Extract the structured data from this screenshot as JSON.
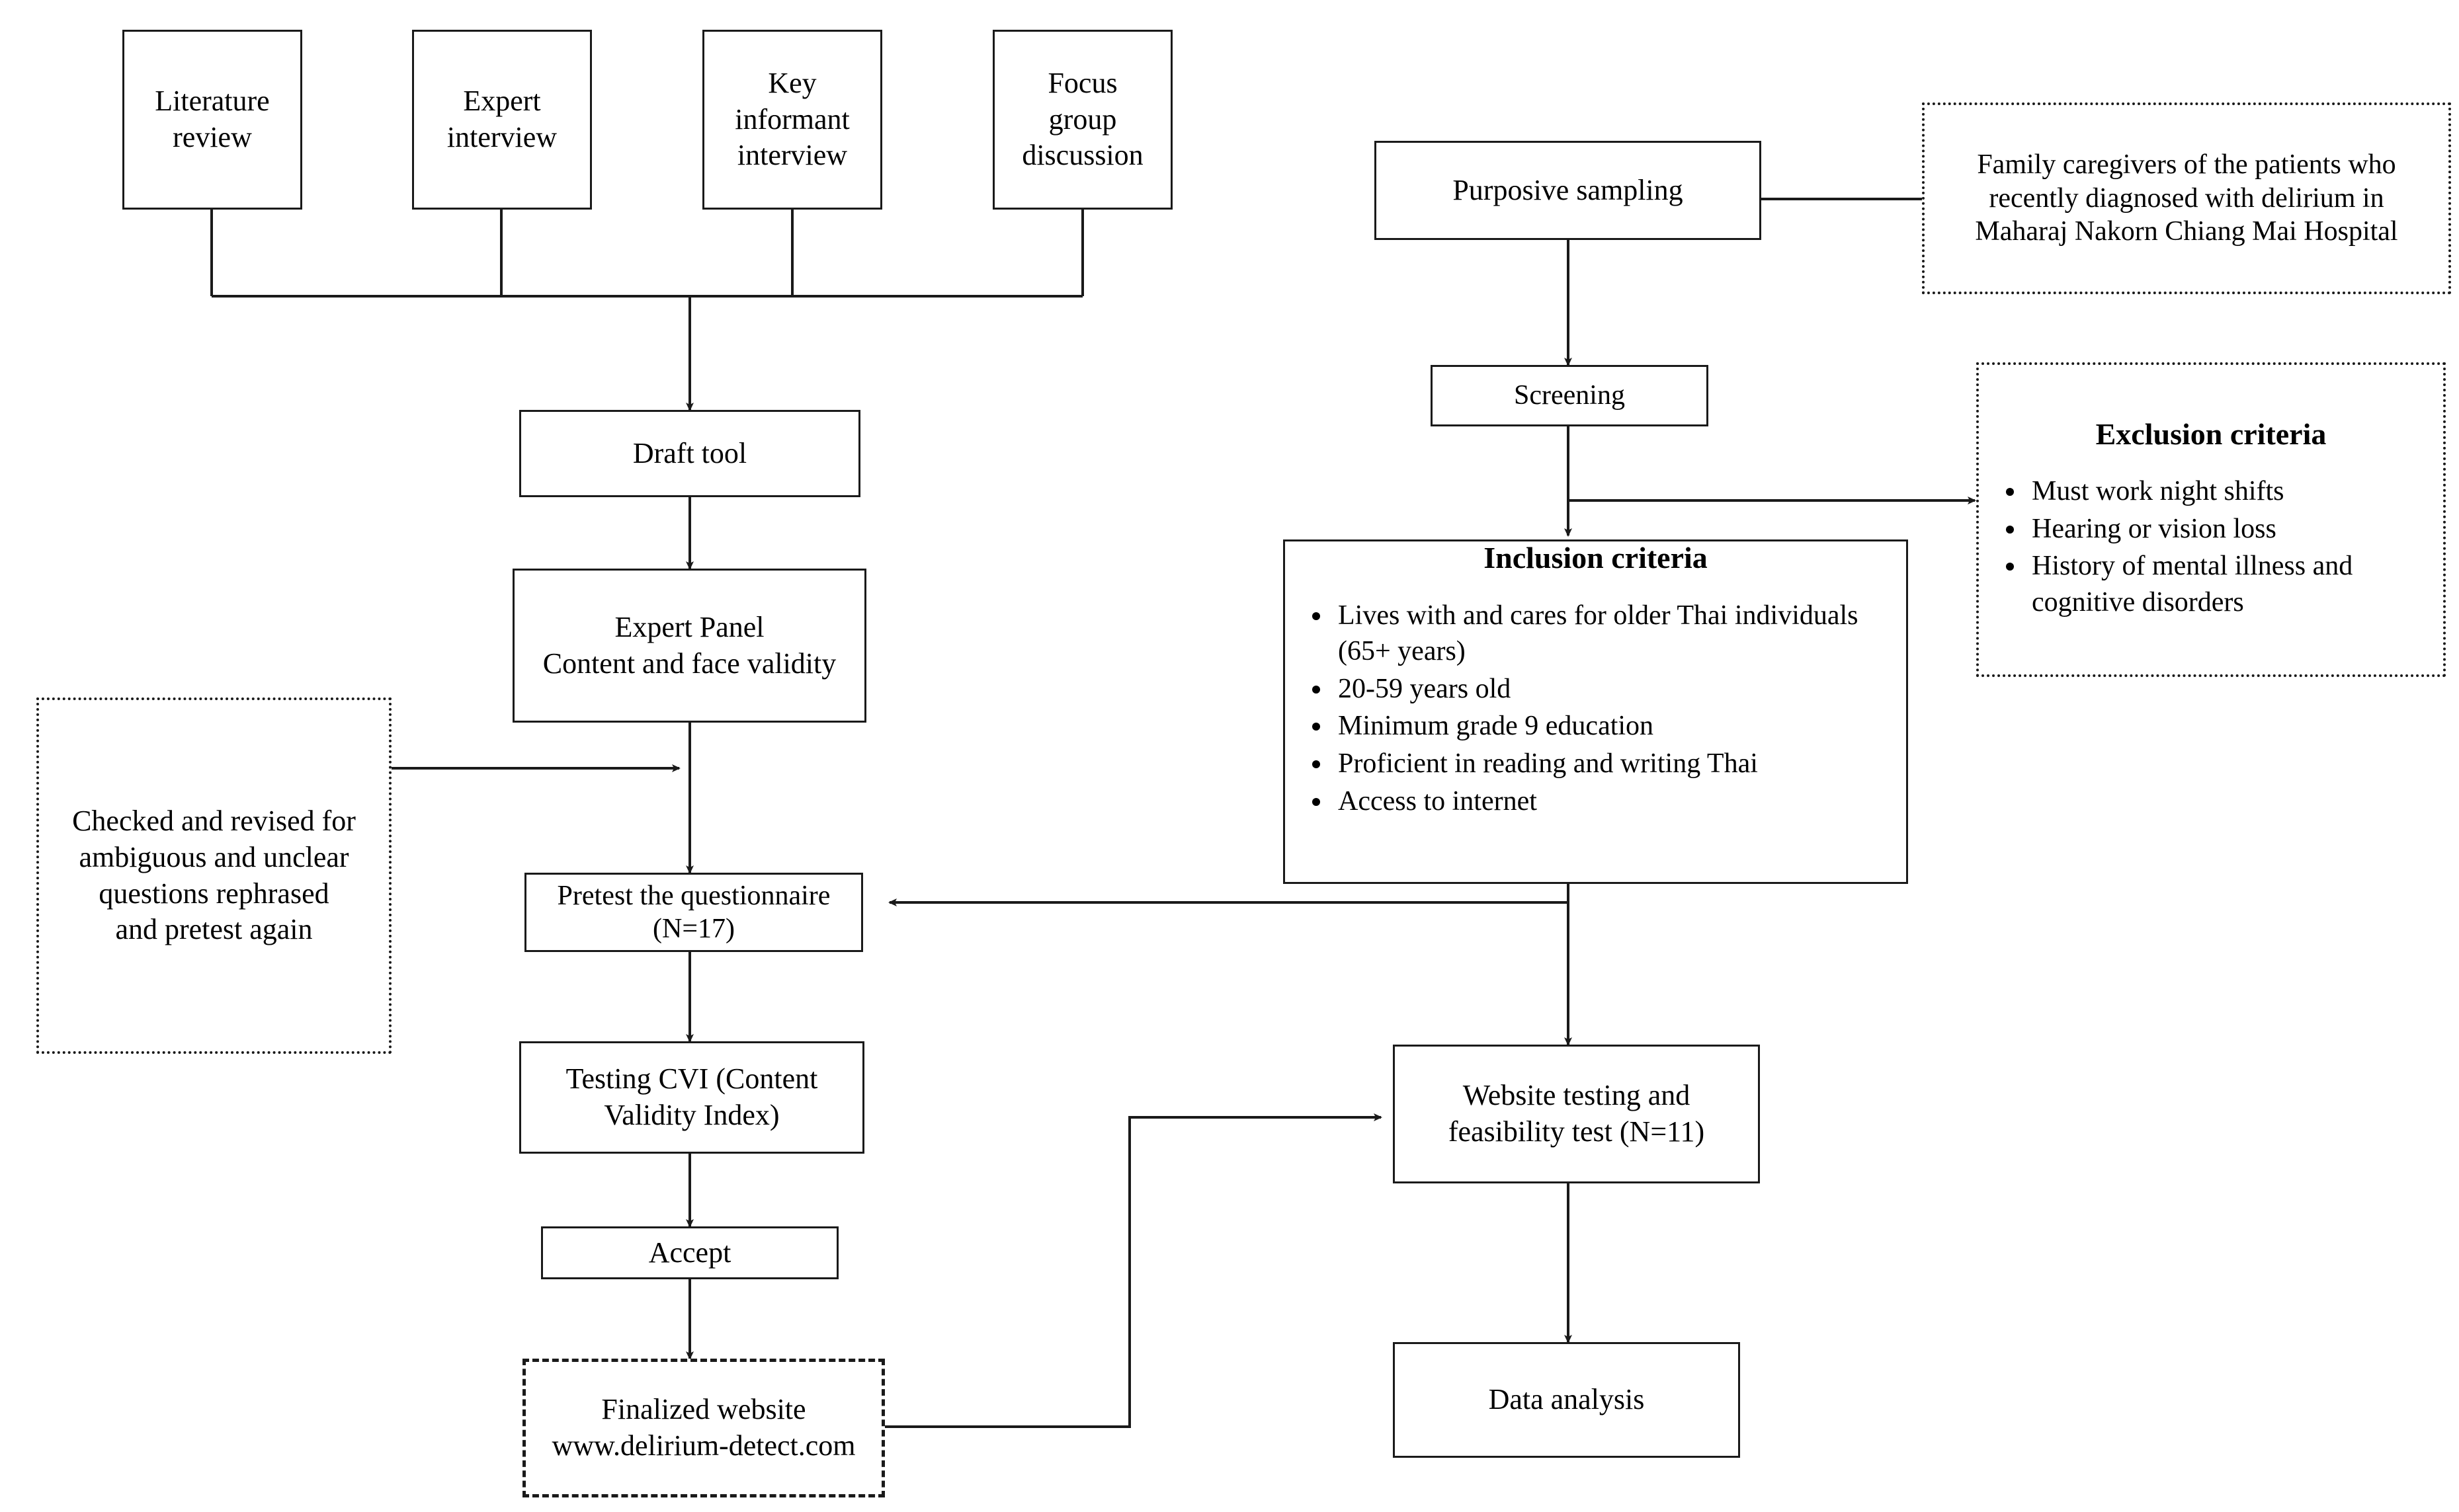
{
  "diagram": {
    "title": "Study flow diagram for delirium detection website development",
    "line_color": "#1a1a1a",
    "background": "#ffffff"
  },
  "nodes": {
    "literature_review": {
      "label": "Literature\nreview",
      "border": "solid"
    },
    "expert_interview": {
      "label": "Expert\ninterview",
      "border": "solid"
    },
    "key_informant_interview": {
      "label": "Key\ninformant\ninterview",
      "border": "solid"
    },
    "focus_group_discussion": {
      "label": "Focus\ngroup\ndiscussion",
      "border": "solid"
    },
    "draft_tool": {
      "label": "Draft tool",
      "border": "solid"
    },
    "expert_panel": {
      "label": "Expert Panel\nContent and face validity",
      "border": "solid"
    },
    "checked_revised": {
      "label": "Checked and revised for\nambiguous and unclear\nquestions rephrased\nand pretest again",
      "border": "dotted"
    },
    "pretest": {
      "label": "Pretest the questionnaire\n(N=17)",
      "border": "solid"
    },
    "testing_cvi": {
      "label": "Testing CVI (Content\nValidity Index)",
      "border": "solid"
    },
    "accept": {
      "label": "Accept",
      "border": "solid"
    },
    "finalized_website": {
      "label": "Finalized website\nwww.delirium-detect.com",
      "border": "dashed"
    },
    "purposive_sampling": {
      "label": "Purposive sampling",
      "border": "solid"
    },
    "family_caregivers": {
      "label": "Family caregivers of the patients who\nrecently diagnosed with delirium in\nMaharaj Nakorn Chiang Mai Hospital",
      "border": "dotted"
    },
    "screening": {
      "label": "Screening",
      "border": "solid"
    },
    "exclusion_criteria": {
      "title": "Exclusion criteria",
      "border": "dotted",
      "items": [
        "Must work night shifts",
        "Hearing or vision loss",
        "History of mental illness and cognitive disorders"
      ]
    },
    "inclusion_criteria": {
      "title": "Inclusion criteria",
      "border": "solid",
      "items": [
        " Lives with and cares for older Thai individuals (65+ years)",
        "20-59 years old",
        "Minimum grade 9 education",
        "Proficient in reading and writing Thai",
        "Access to internet"
      ]
    },
    "website_testing": {
      "label": "Website testing and\nfeasibility test (N=11)",
      "border": "solid"
    },
    "data_analysis": {
      "label": "Data analysis",
      "border": "solid"
    }
  },
  "edges": [
    {
      "from": "literature_review",
      "to": "draft_tool",
      "arrow": true
    },
    {
      "from": "expert_interview",
      "to": "draft_tool",
      "arrow": true
    },
    {
      "from": "key_informant_interview",
      "to": "draft_tool",
      "arrow": true
    },
    {
      "from": "focus_group_discussion",
      "to": "draft_tool",
      "arrow": true
    },
    {
      "from": "draft_tool",
      "to": "expert_panel",
      "arrow": true
    },
    {
      "from": "expert_panel",
      "to": "pretest",
      "arrow": true
    },
    {
      "from": "checked_revised",
      "to": "pretest",
      "arrow": true
    },
    {
      "from": "pretest",
      "to": "testing_cvi",
      "arrow": true
    },
    {
      "from": "testing_cvi",
      "to": "accept",
      "arrow": true
    },
    {
      "from": "accept",
      "to": "finalized_website",
      "arrow": true
    },
    {
      "from": "finalized_website",
      "to": "website_testing",
      "arrow": true
    },
    {
      "from": "purposive_sampling",
      "to": "family_caregivers",
      "arrow": false
    },
    {
      "from": "purposive_sampling",
      "to": "screening",
      "arrow": true
    },
    {
      "from": "screening",
      "to": "inclusion_criteria",
      "arrow": true
    },
    {
      "from": "screening",
      "to": "exclusion_criteria",
      "arrow": true
    },
    {
      "from": "inclusion_criteria",
      "to": "pretest",
      "arrow": true
    },
    {
      "from": "inclusion_criteria",
      "to": "website_testing",
      "arrow": true
    },
    {
      "from": "website_testing",
      "to": "data_analysis",
      "arrow": true
    }
  ]
}
